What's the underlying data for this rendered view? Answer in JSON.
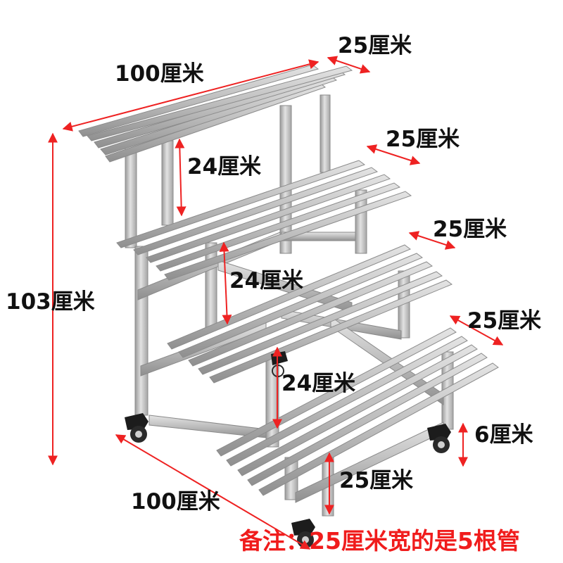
{
  "product": {
    "description": "4-tier stainless steel stepped plant stand with caster wheels",
    "tiers": 4,
    "colors": {
      "frame": "#b9b9b9",
      "frame_dark": "#8e8e8e",
      "frame_light": "#dcdcdc",
      "dimension_line": "#ee2222",
      "label_text": "#111111",
      "note_text": "#f01c1c",
      "caster": "#1a1a1a"
    }
  },
  "dimensions": {
    "top_length": "100厘米",
    "top_depth": "25厘米",
    "tier2_depth": "25厘米",
    "tier3_depth": "25厘米",
    "tier4_depth": "25厘米",
    "total_height": "103厘米",
    "gap_1": "24厘米",
    "gap_2": "24厘米",
    "gap_3": "24厘米",
    "bottom_clearance": "25厘米",
    "caster_height": "6厘米",
    "base_length": "100厘米"
  },
  "note": "备注：25厘米宽的是5根管"
}
